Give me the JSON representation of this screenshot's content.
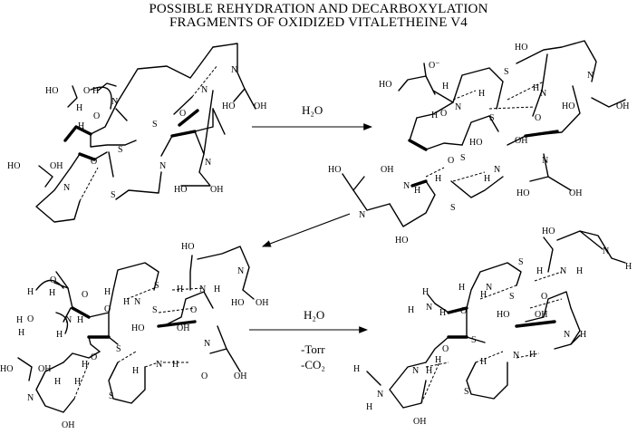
{
  "title": {
    "line1": "POSSIBLE REHYDRATION AND DECARBOXYLATION",
    "line2": "FRAGMENTS OF OXIDIZED VITALETHEINE V4"
  },
  "atoms": {
    "HO": "HO",
    "OH": "OH",
    "O": "O",
    "H": "H",
    "N": "N",
    "S": "S",
    "Ominus": "O⁻",
    "Hplus": "H⁺"
  },
  "reactions": {
    "r1": {
      "top": "H₂O"
    },
    "r3": {
      "top": "H₂O",
      "bottom1": "-Torr",
      "bottom2": "-CO₂"
    }
  }
}
